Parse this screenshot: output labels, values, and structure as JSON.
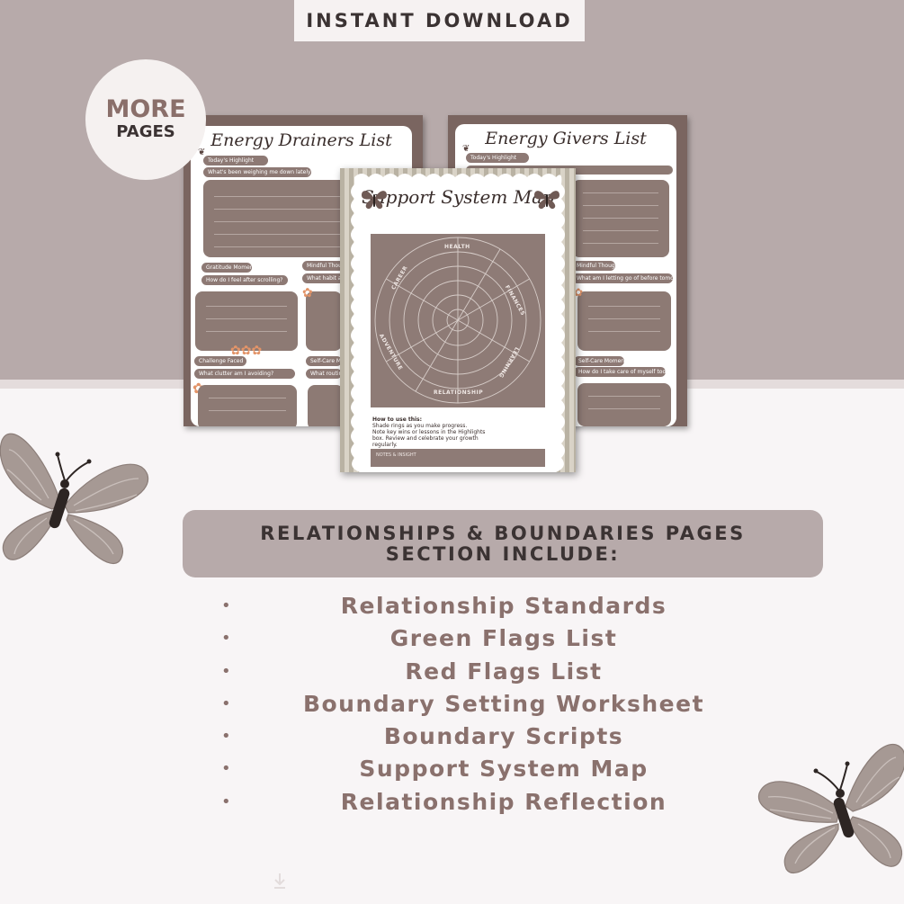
{
  "header": {
    "label": "INSTANT DOWNLOAD"
  },
  "badge": {
    "line1": "MORE",
    "line2": "PAGES"
  },
  "left_page": {
    "title": "Energy Drainers List",
    "fields": [
      "Today's Highlight",
      "What's been weighing me down lately?",
      "Gratitude Moment",
      "Mindful Thought",
      "How do I feel after scrolling?",
      "What habit am I",
      "Challenge Faced",
      "Self-Care Mo",
      "What clutter am I avoiding?",
      "What routine"
    ]
  },
  "right_page": {
    "title": "Energy Givers List",
    "fields": [
      "Today's Highlight",
      "Mindful Thought",
      "What am I letting go of before tomorrow?",
      "Self-Care Moment",
      "How do I take care of myself today?"
    ]
  },
  "center_page": {
    "title": "Support System Map",
    "wheel_labels": {
      "top": "HEALTH",
      "upper_right": "FINANCES",
      "lower_right": "LEARNING",
      "bottom": "RELATIONSHIP",
      "lower_left": "ADVENTURE",
      "upper_left": "CAREER"
    },
    "howto_lines": [
      "How to use this:",
      "Shade rings as you make progress.",
      "Note key wins or lessons in the Highlights",
      "box. Review and celebrate your growth",
      "regularly."
    ],
    "notes_label": "NOTES & INSIGHT"
  },
  "section": {
    "line1": "RELATIONSHIPS & BOUNDARIES PAGES",
    "line2": "SECTION INCLUDE:"
  },
  "features": [
    "Relationship Standards",
    "Green Flags List",
    "Red Flags List",
    "Boundary Setting Worksheet",
    "Boundary Scripts",
    "Support System Map",
    "Relationship Reflection"
  ],
  "bullet_glyph": "•",
  "colors": {
    "band": "#b7aaaa",
    "background": "#f8f5f6",
    "accent_text": "#8a716d",
    "dark_text": "#3b3333",
    "page_box": "#8d7a74"
  }
}
